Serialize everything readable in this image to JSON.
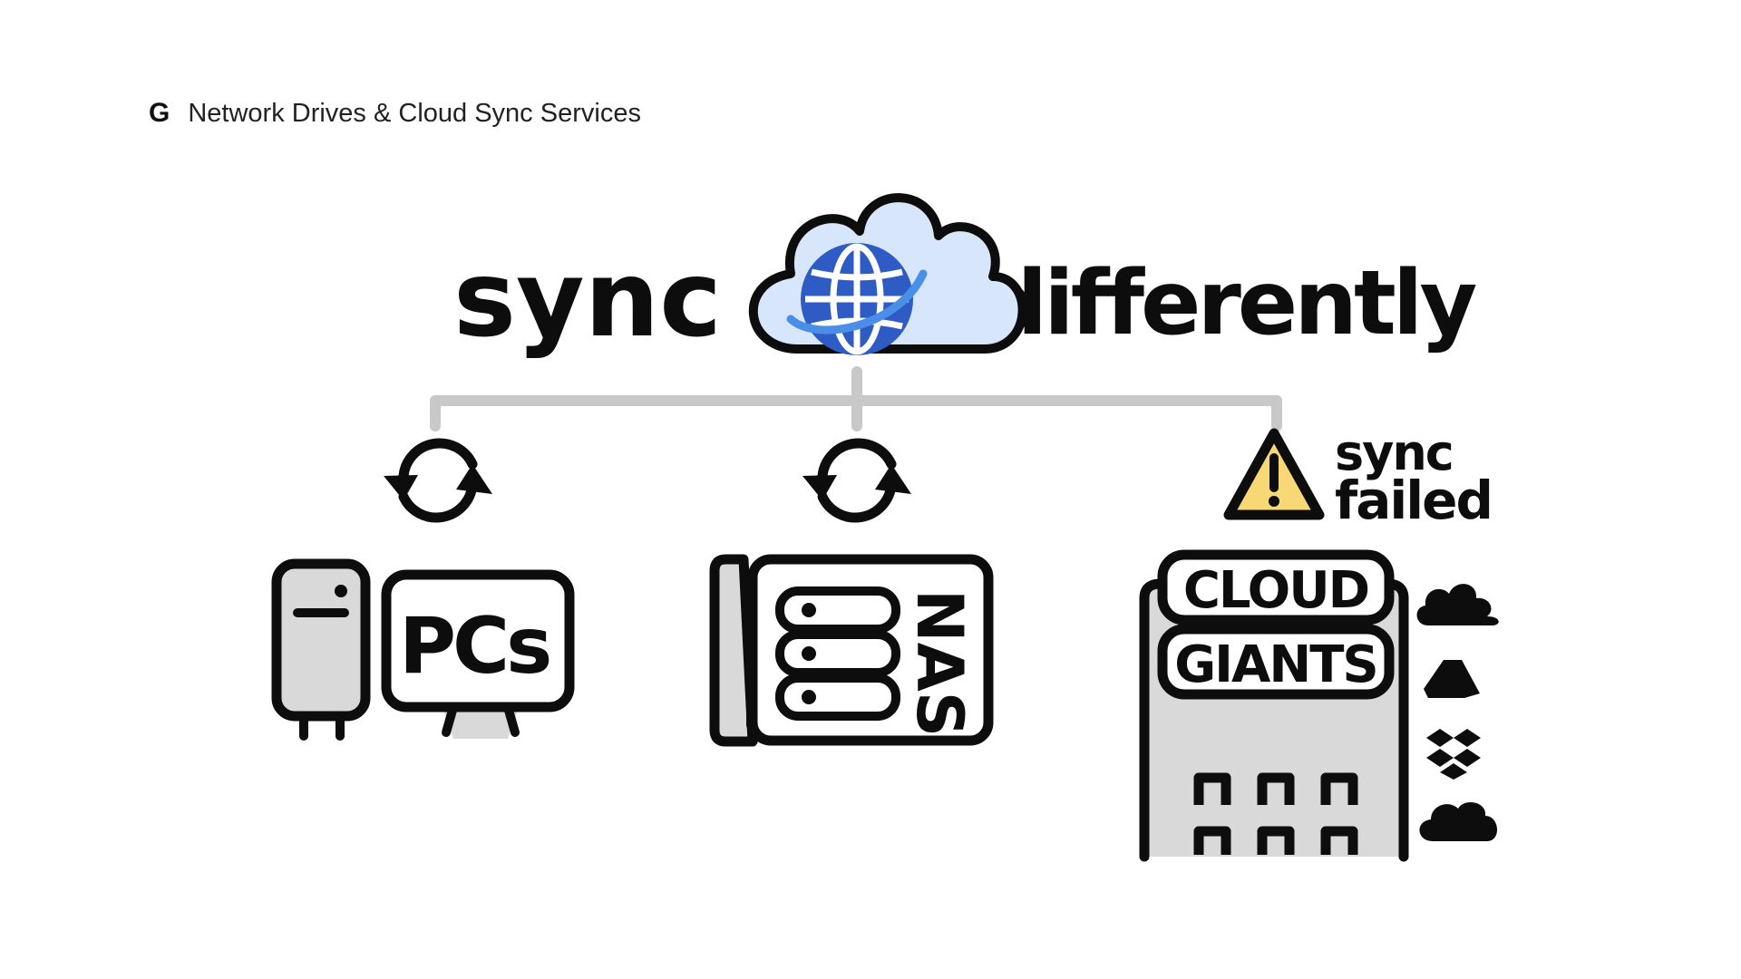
{
  "header": {
    "logo": "G",
    "title": "Network Drives & Cloud Sync Services"
  },
  "headline": {
    "left": "sync",
    "right": "differently"
  },
  "branches": [
    {
      "label": "PCs",
      "status": "syncing"
    },
    {
      "label": "NAS",
      "status": "syncing"
    },
    {
      "label_line1": "CLOUD",
      "label_line2": "GIANTS",
      "status": "failed"
    }
  ],
  "alert": {
    "line1": "sync",
    "line2": "failed"
  },
  "service_icons": [
    "cloud-icon",
    "drive-icon",
    "dropbox-icon",
    "onedrive-icon"
  ],
  "colors": {
    "outline": "#0d0d0d",
    "fill_gray": "#d9d9d9",
    "connector": "#c8c8c8",
    "cloud_fill": "#d8e6fb",
    "globe": "#2f5cc4",
    "warning": "#f7d874"
  }
}
